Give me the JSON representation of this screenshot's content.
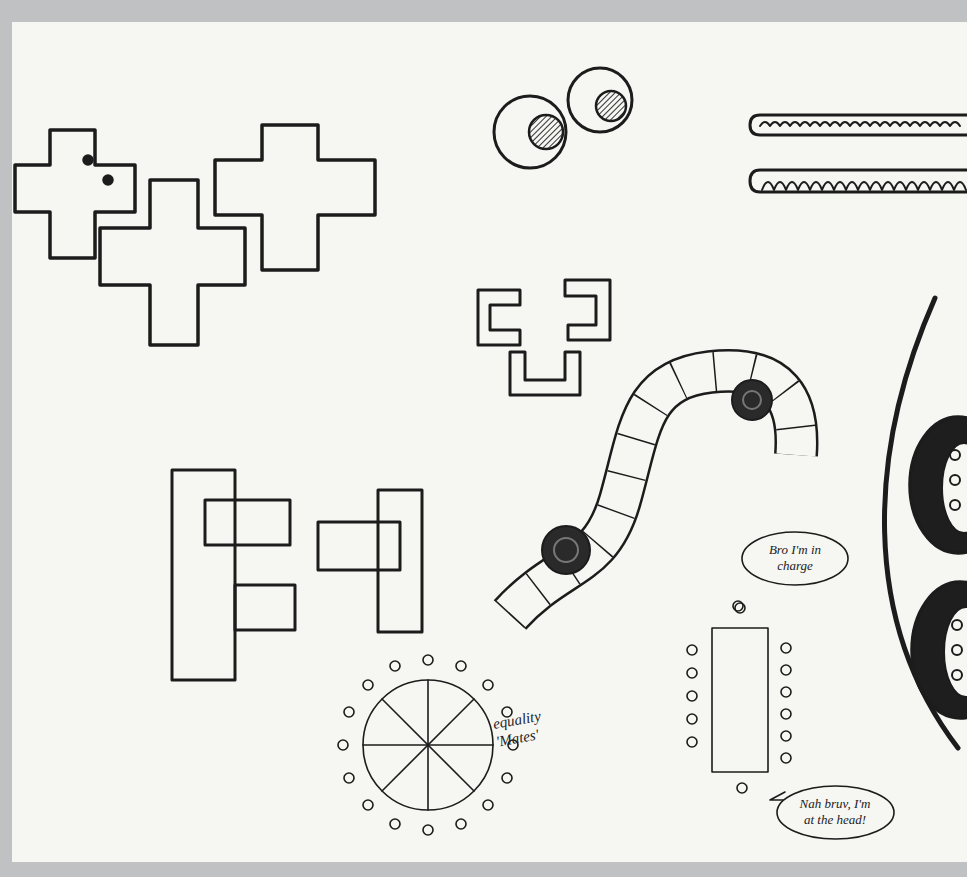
{
  "diagram": {
    "nodes": [
      {
        "text": [
          "Bro I'm in charge"
        ]
      },
      {
        "text": [
          "Nah bruv, I'm at the head!"
        ]
      }
    ],
    "labels": [
      "equality 'Mates'"
    ]
  }
}
